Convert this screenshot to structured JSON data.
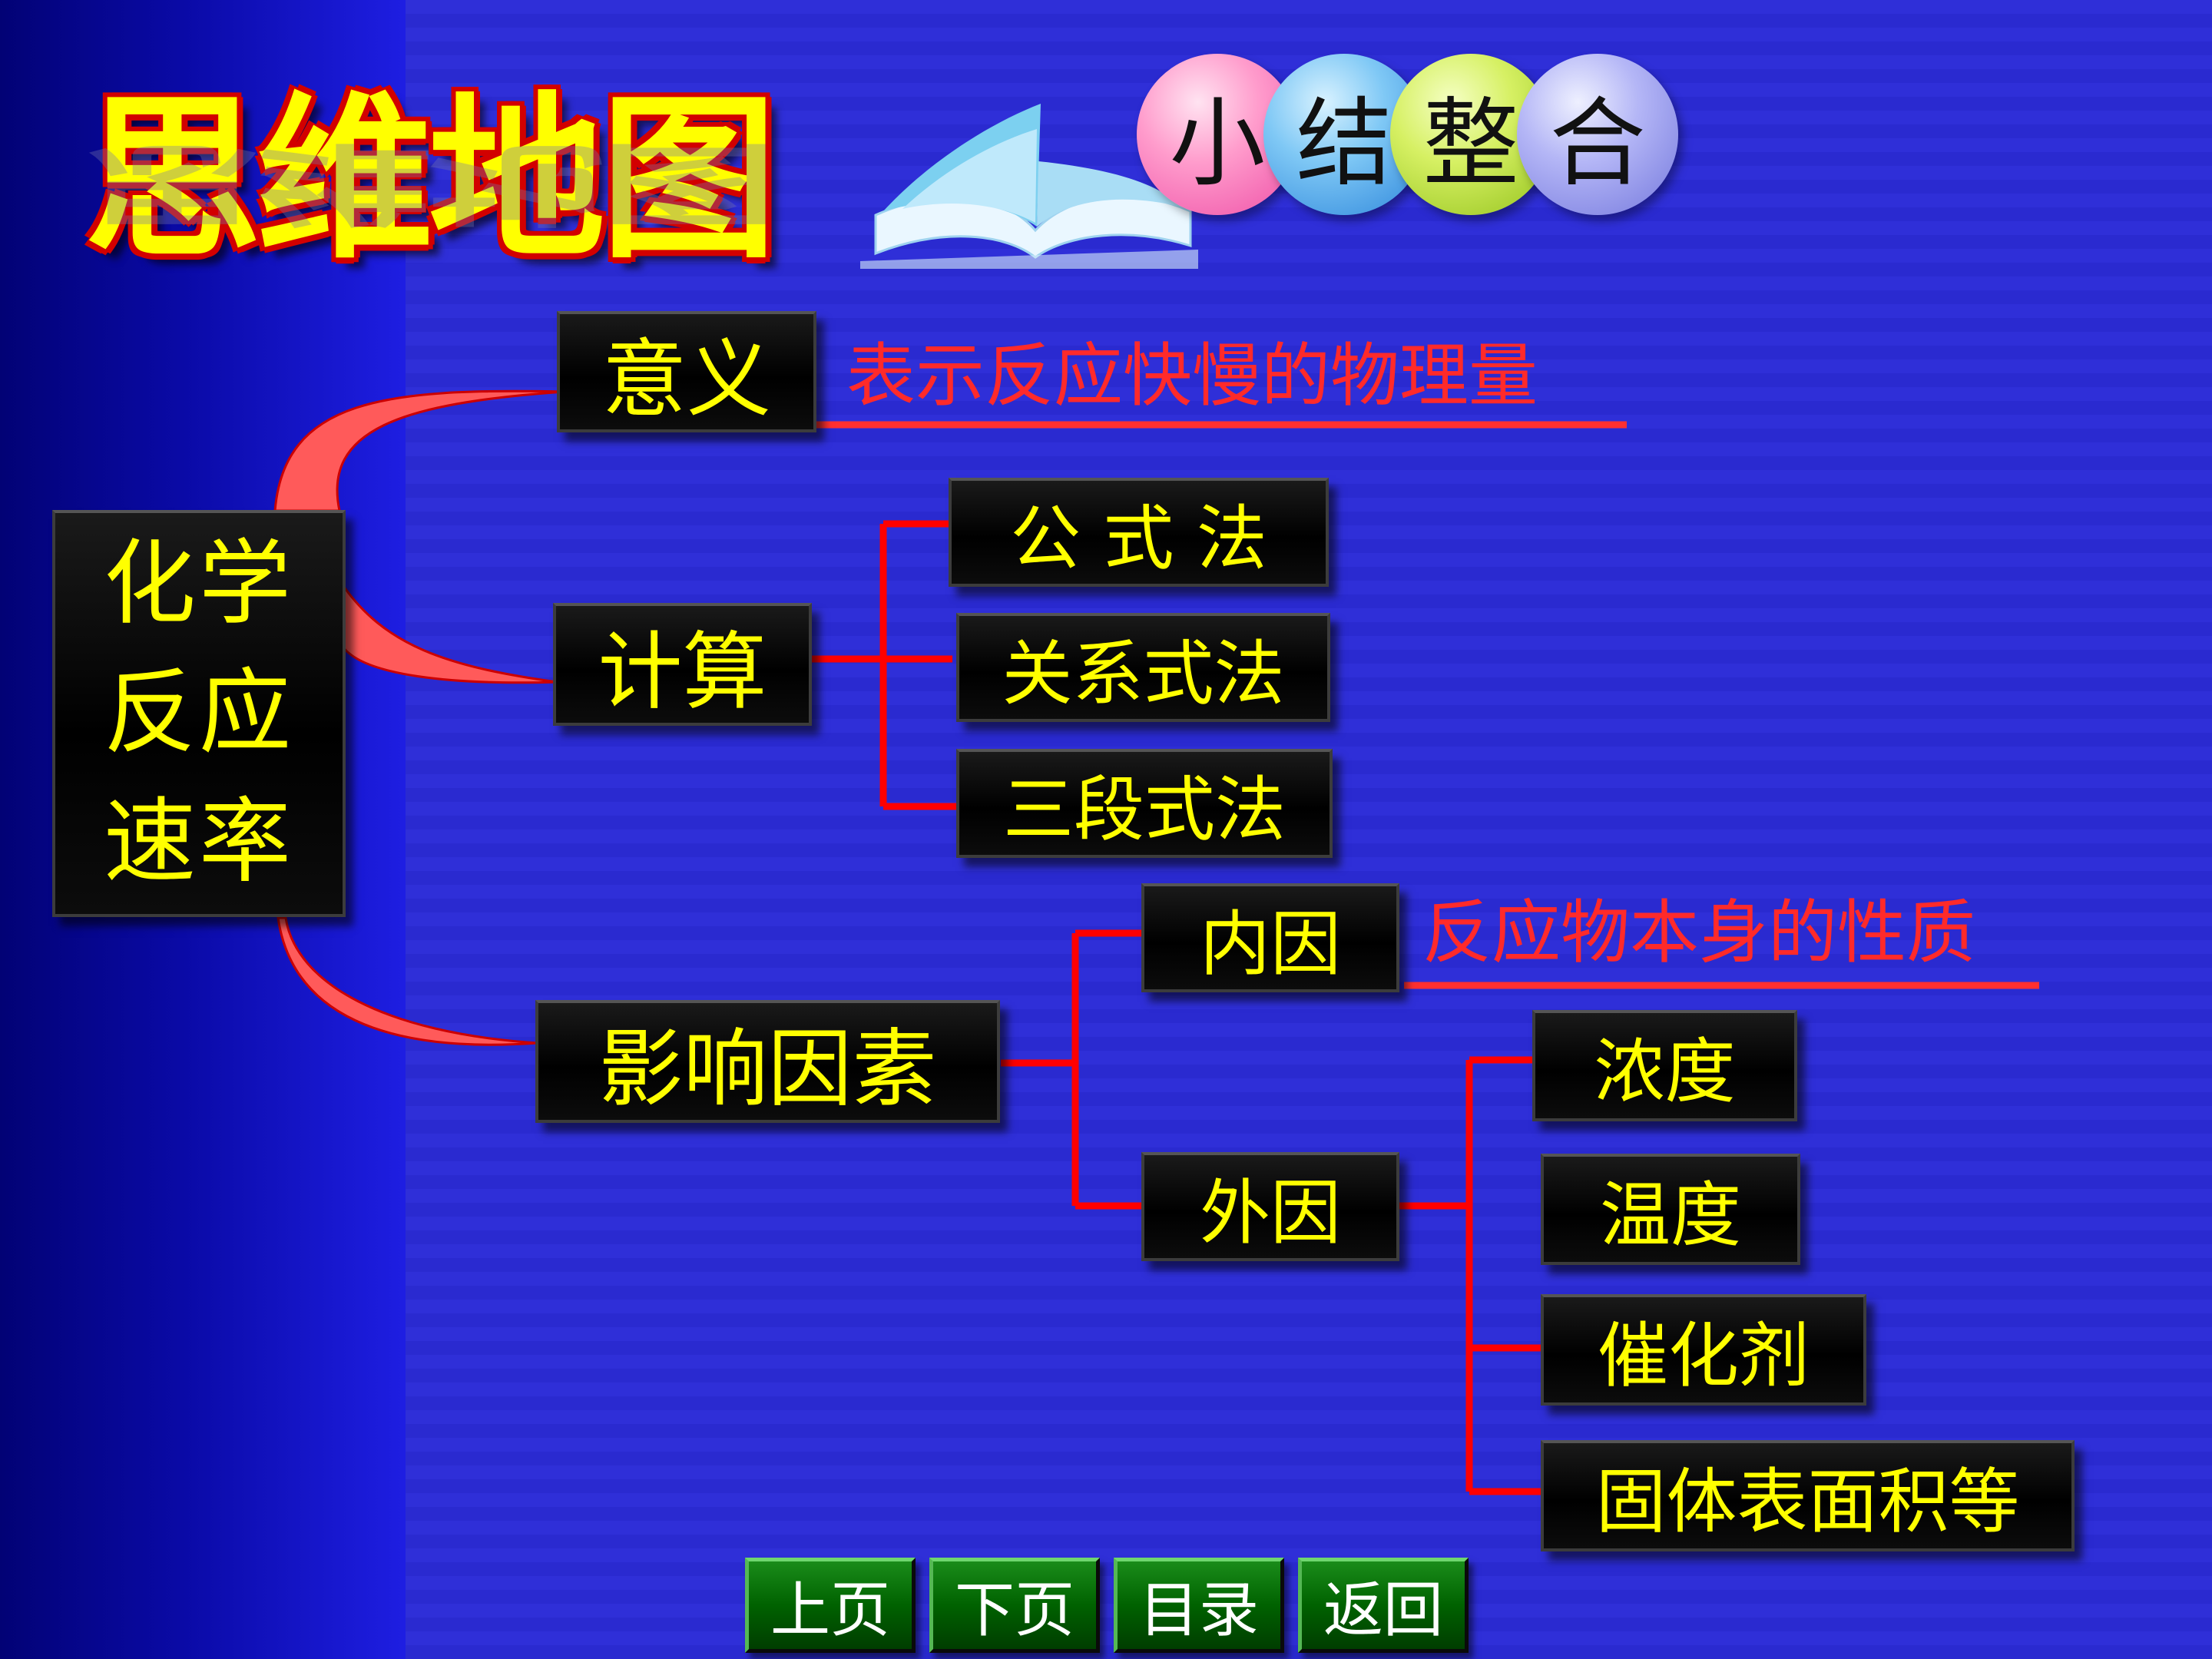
{
  "title": "思维地图",
  "badge": [
    "小",
    "结",
    "整",
    "合"
  ],
  "root": "化学反应速率",
  "branches": {
    "meaning": {
      "label": "意义",
      "desc": "表示反应快慢的物理量"
    },
    "calculation": {
      "label": "计算",
      "methods": [
        "公 式 法",
        "关系式法",
        "三段式法"
      ]
    },
    "factors": {
      "label": "影响因素",
      "internal": {
        "label": "内因",
        "desc": "反应物本身的性质"
      },
      "external": {
        "label": "外因",
        "items": [
          "浓度",
          "温度",
          "催化剂",
          "固体表面积等"
        ]
      }
    }
  },
  "nav": [
    "上页",
    "下页",
    "目录",
    "返回"
  ],
  "colors": {
    "background": "#2b2bd6",
    "node_fill": "#000000",
    "node_text": "#ffff00",
    "connector": "#ff0000",
    "description": "#ff2a2a",
    "title": "#ffff00",
    "title_outline": "#d20000",
    "nav_button": "#006200"
  },
  "icons": [
    "open-book-icon"
  ]
}
